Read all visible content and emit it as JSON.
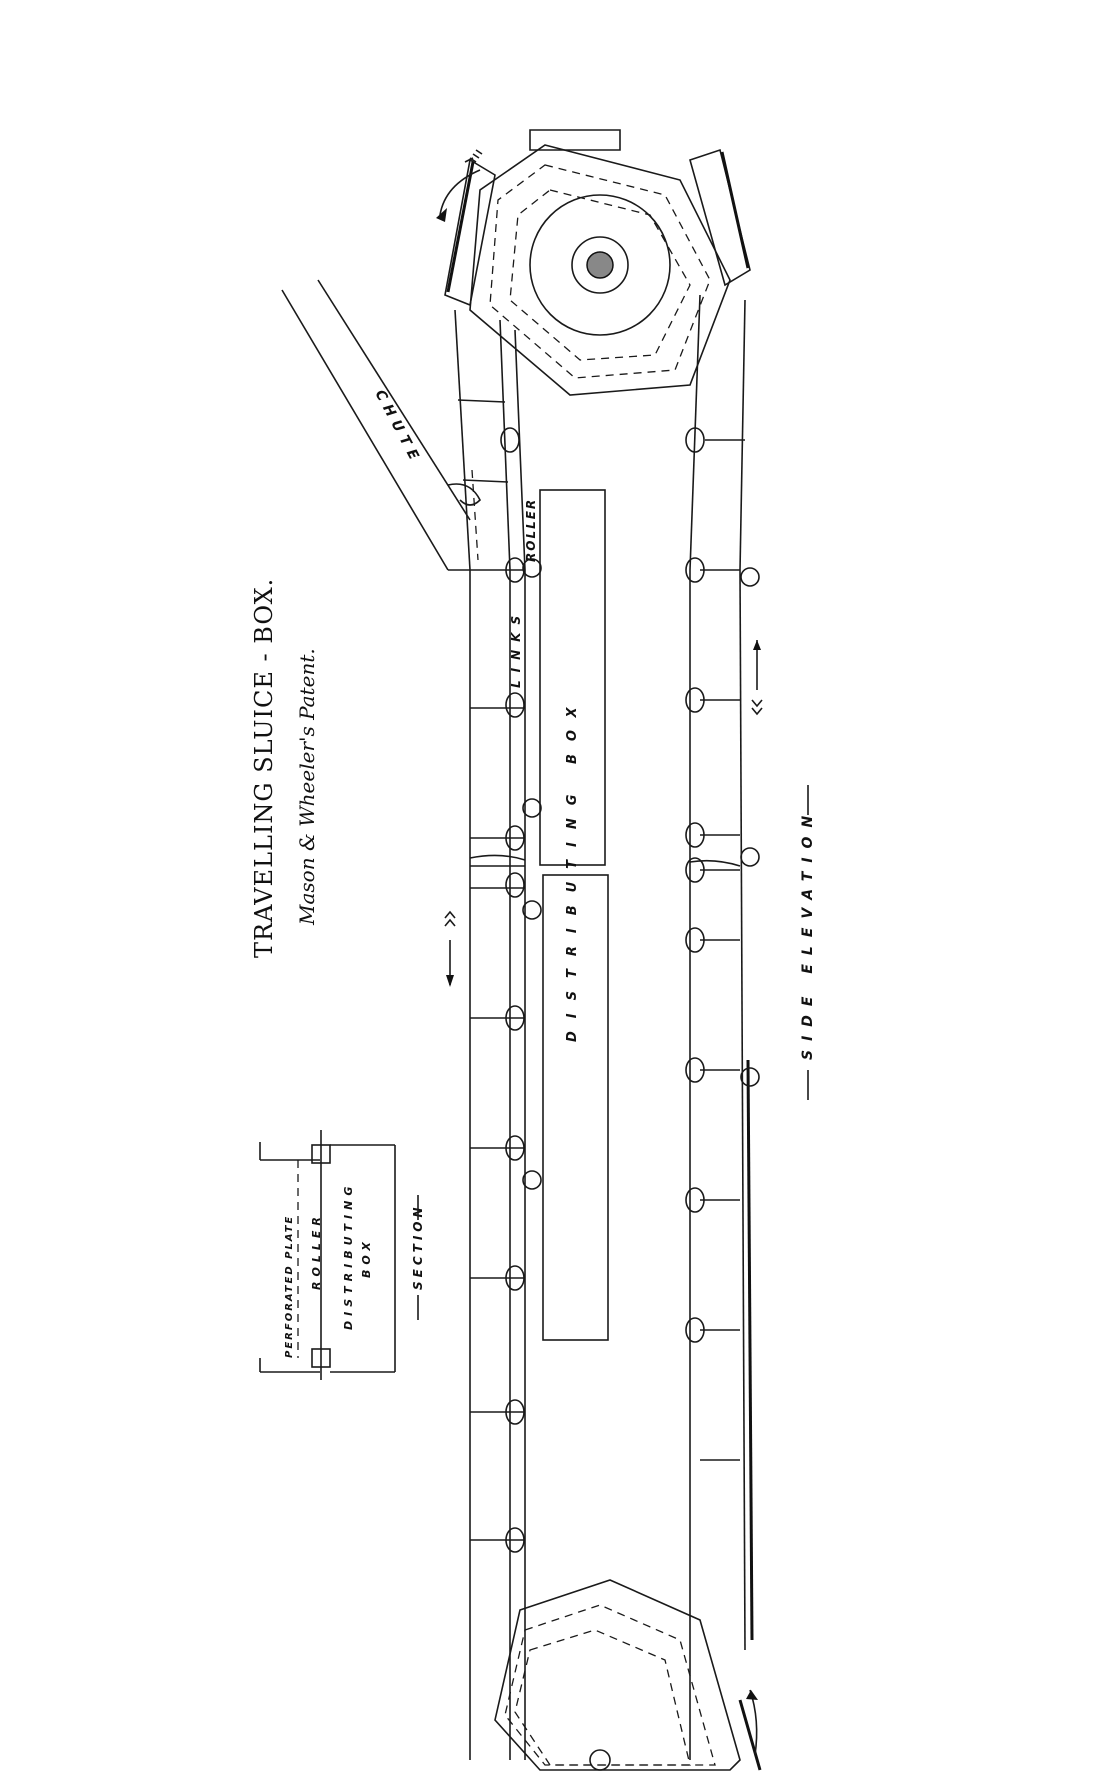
{
  "title": "TRAVELLING   SLUICE - BOX.",
  "subtitle": "Mason & Wheeler's Patent.",
  "labels": {
    "chute": "CHUTE",
    "roller": "ROLLER",
    "links": "LINKS",
    "distributing_box": "DISTRIBUTING BOX",
    "side_elevation": "SIDE ELEVATION",
    "section": "SECTION",
    "perforated_plate": "PERFORATED PLATE",
    "section_roller": "ROLLER",
    "section_distributing": "DISTRIBUTING",
    "section_box": "BOX"
  }
}
